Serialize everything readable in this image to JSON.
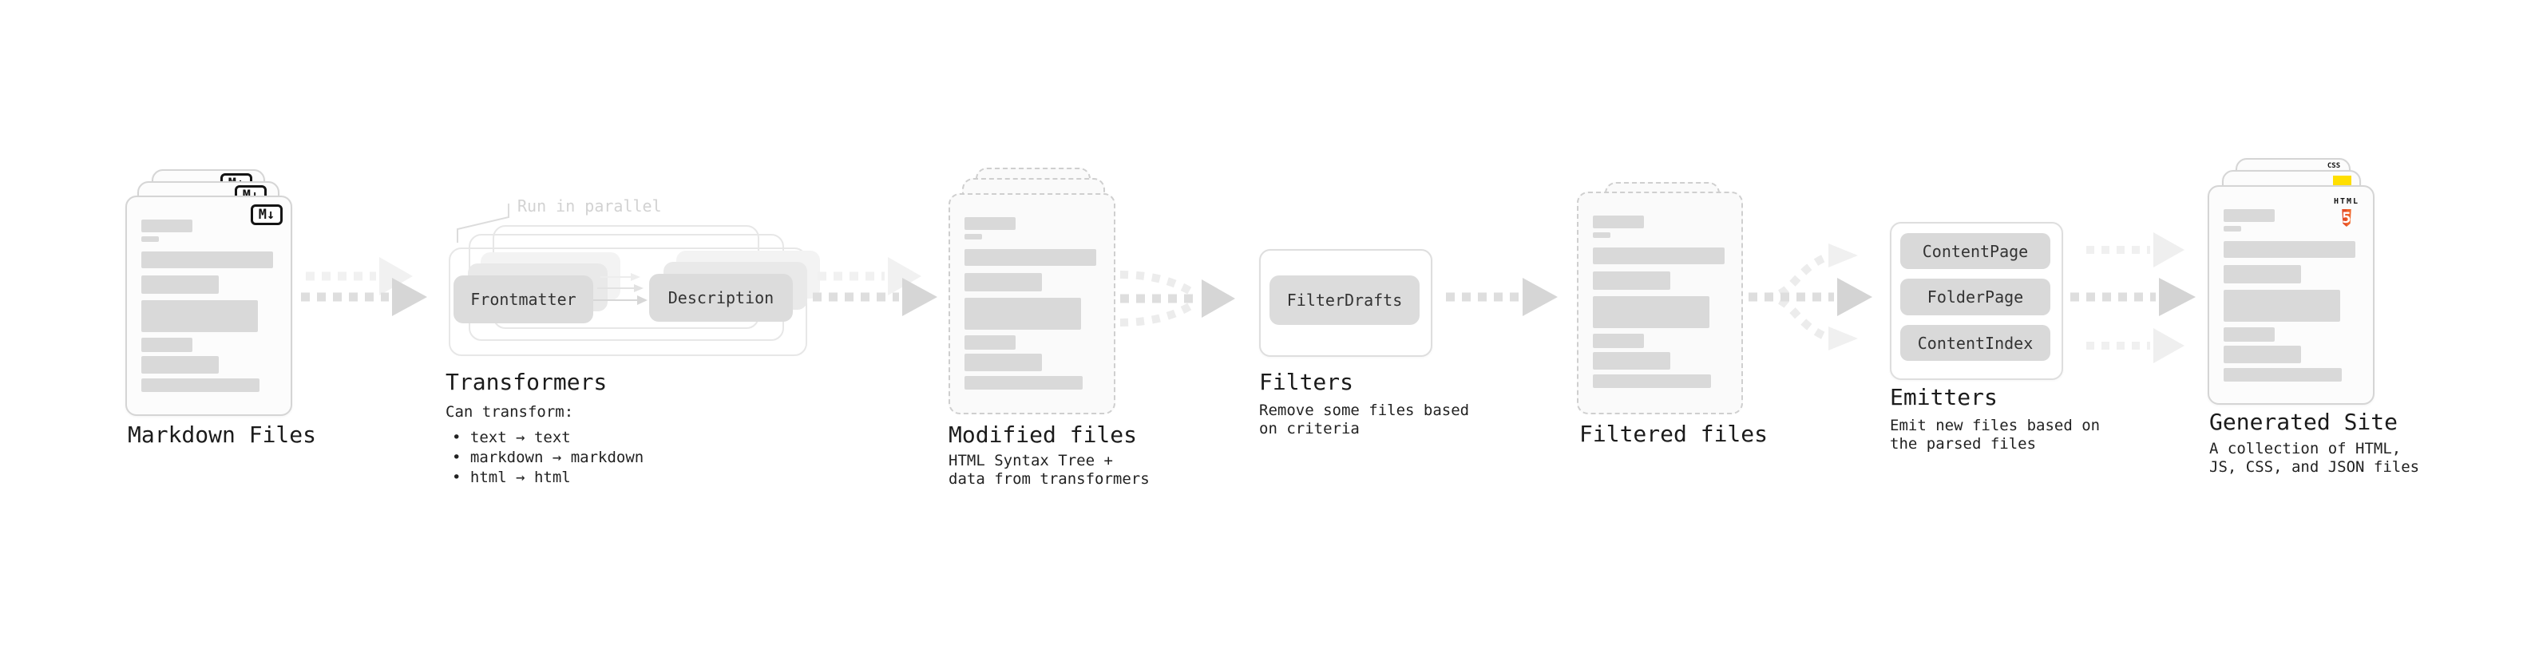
{
  "stages": {
    "markdown": {
      "title": "Markdown Files"
    },
    "transformers": {
      "title": "Transformers",
      "note": "Run in parallel",
      "pill_input": "Frontmatter",
      "pill_output": "Description",
      "description": "Can transform:",
      "bullets": [
        "• text → text",
        "• markdown → markdown",
        "• html → html"
      ]
    },
    "modified": {
      "title": "Modified files",
      "description": "HTML Syntax Tree +\ndata from transformers"
    },
    "filters": {
      "title": "Filters",
      "pill": "FilterDrafts",
      "description": "Remove some files based\non criteria"
    },
    "filtered": {
      "title": "Filtered files"
    },
    "emitters": {
      "title": "Emitters",
      "pills": [
        "ContentPage",
        "FolderPage",
        "ContentIndex"
      ],
      "description": "Emit new files based on\nthe parsed files"
    },
    "generated": {
      "title": "Generated Site",
      "description": "A collection of HTML,\nJS, CSS, and JSON files"
    }
  },
  "badges": {
    "markdown": "M↓",
    "html_label": "HTML",
    "html_number": "5",
    "css": "CSS"
  },
  "colors": {
    "html5_orange": "#e44d26",
    "html5_orange_light": "#f16529",
    "js_yellow": "#ffdf00",
    "css_blue": "#2b6fe3"
  }
}
